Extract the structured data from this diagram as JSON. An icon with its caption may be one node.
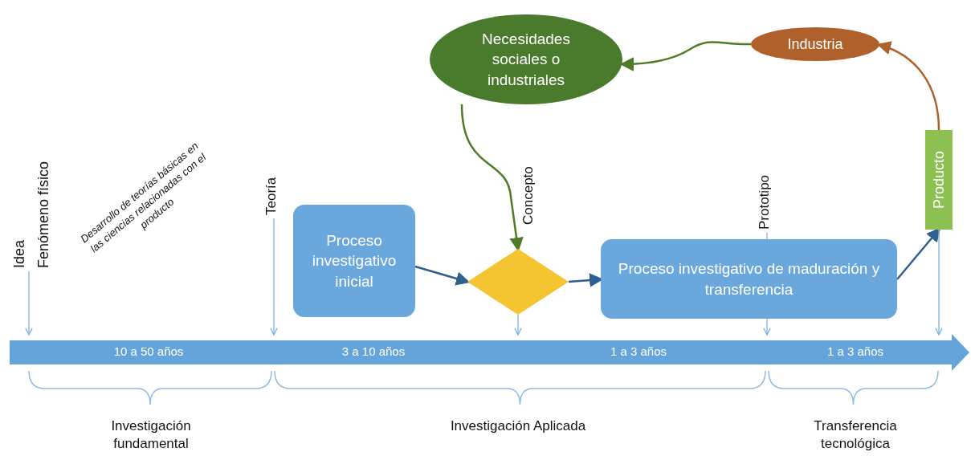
{
  "diagram": {
    "nodes": [
      {
        "text": [
          "Necesidades sociales o industriales"
        ]
      },
      {
        "text": [
          "Industria"
        ]
      },
      {
        "text": [
          "Idea",
          "Fenómeno físico"
        ]
      },
      {
        "text": [
          "Teoría"
        ]
      },
      {
        "text": [
          "Proceso investigativo inicial"
        ]
      },
      {
        "text": [
          "Concepto"
        ]
      },
      {
        "text": [],
        "shape": "diamond"
      },
      {
        "text": [
          "Prototipo"
        ]
      },
      {
        "text": [
          "Proceso investigativo de maduración y transferencia"
        ]
      },
      {
        "text": [
          "Producto"
        ]
      },
      {
        "text": [
          "10 a 50 años",
          "3 a 10 años",
          "1 a 3 años",
          "1 a 3 años"
        ]
      }
    ],
    "edges": [
      {
        "from": 0,
        "to": 6,
        "arrow": "to",
        "color": "#4e7a2a"
      },
      {
        "from": 1,
        "to": 0,
        "arrow": "to",
        "color": "#4e7a2a"
      },
      {
        "from": 9,
        "to": 1,
        "arrow": "to",
        "color": "#b0602a"
      },
      {
        "from": 4,
        "to": 6,
        "arrow": "to",
        "color": "#2e5f8e"
      },
      {
        "from": 6,
        "to": 8,
        "arrow": "to",
        "color": "#2e5f8e"
      },
      {
        "from": 8,
        "to": 9,
        "arrow": "to",
        "color": "#2e5f8e"
      },
      {
        "from": 2,
        "to": 10,
        "arrow": "to"
      },
      {
        "from": 3,
        "to": 10,
        "arrow": "to"
      },
      {
        "from": 6,
        "to": 10,
        "arrow": "to"
      },
      {
        "from": 7,
        "to": 8,
        "arrow": "none"
      },
      {
        "from": 8,
        "to": 10,
        "arrow": "to"
      },
      {
        "from": 9,
        "to": 10,
        "arrow": "to"
      }
    ],
    "labels": [
      "Desarrollo de teorías básicas en las ciencias relacionadas con el producto",
      "Investigación fundamental",
      "Investigación Aplicada",
      "Transferencia tecnológica"
    ]
  }
}
